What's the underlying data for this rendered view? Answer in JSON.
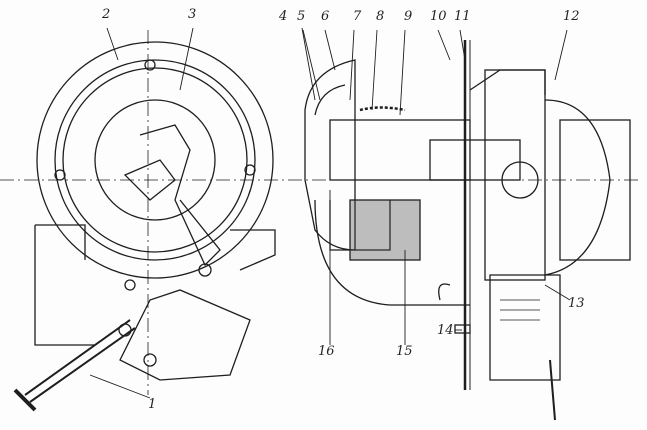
{
  "labels": {
    "l1": "1",
    "l2": "2",
    "l3": "3",
    "l4": "4",
    "l5": "5",
    "l6": "6",
    "l7": "7",
    "l8": "8",
    "l9": "9",
    "l10": "10",
    "l11": "11",
    "l12": "12",
    "l13": "13",
    "l14": "14",
    "l15": "15",
    "l16": "16"
  },
  "colors": {
    "ink": "#1e1e1e",
    "paper": "#fdfdfd",
    "hatch": "#444444"
  }
}
